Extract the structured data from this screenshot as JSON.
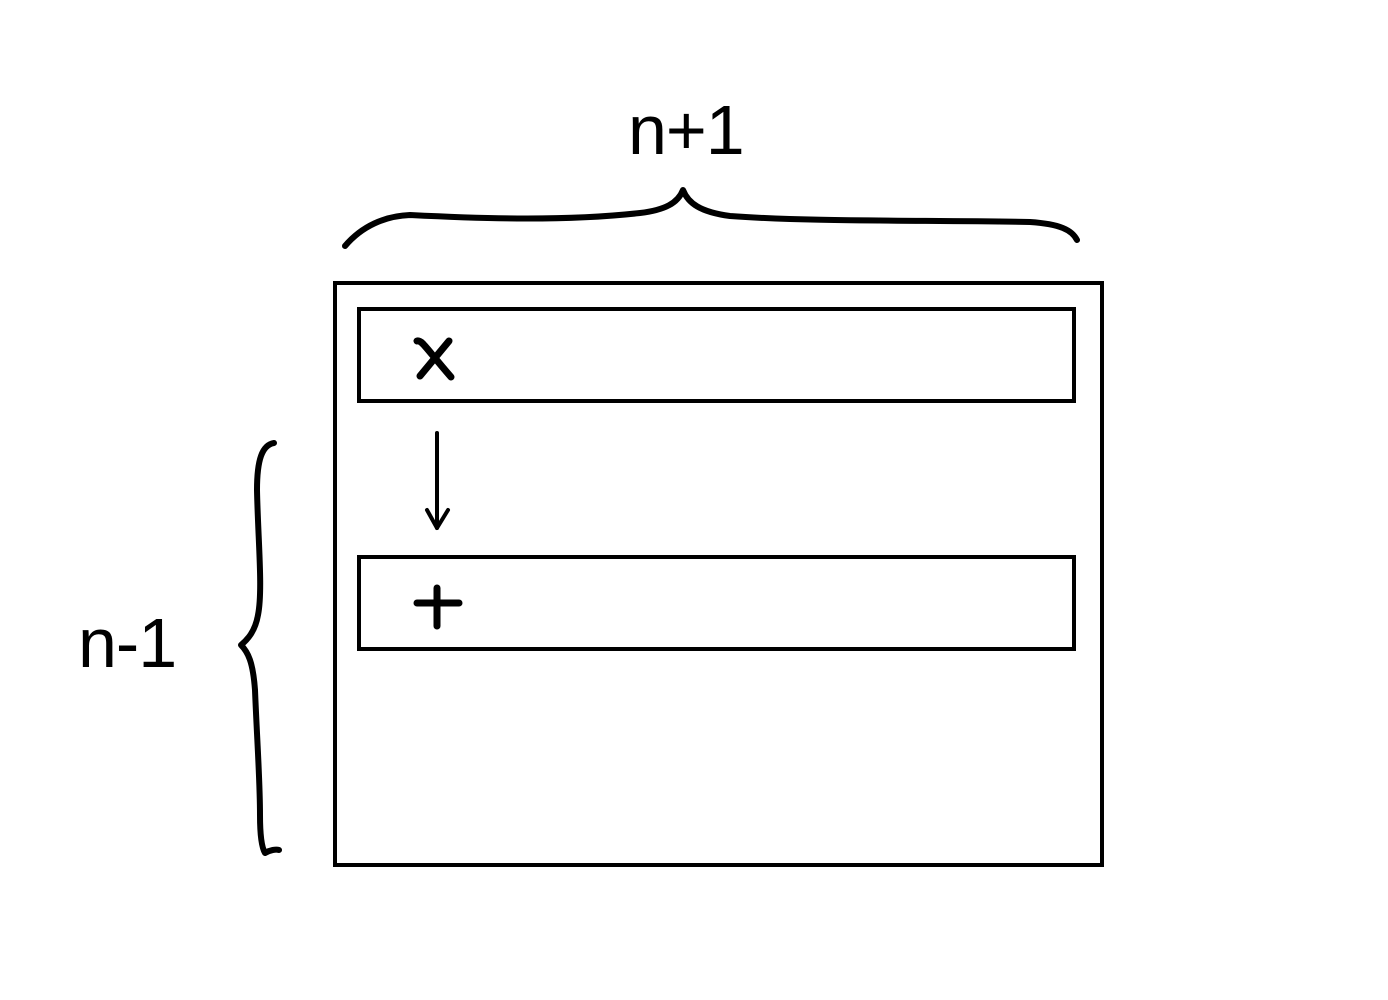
{
  "labels": {
    "width_label": "n+1",
    "height_label": "n-1"
  },
  "rows": [
    {
      "symbol": "x",
      "symbol_icon": "cross-mark-icon"
    },
    {
      "symbol": "+",
      "symbol_icon": "plus-icon"
    }
  ],
  "colors": {
    "stroke": "#000000",
    "background": "#ffffff"
  }
}
